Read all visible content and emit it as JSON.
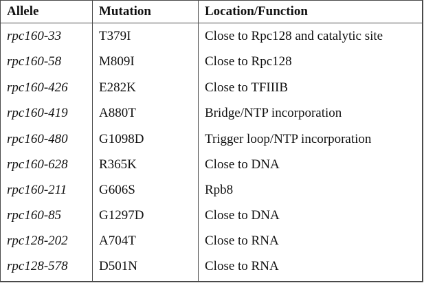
{
  "table": {
    "headers": [
      "Allele",
      "Mutation",
      "Location/Function"
    ],
    "rows": [
      {
        "allele": "rpc160-33",
        "mutation": "T379I",
        "location": "Close to Rpc128 and catalytic site"
      },
      {
        "allele": "rpc160-58",
        "mutation": "M809I",
        "location": "Close to Rpc128"
      },
      {
        "allele": "rpc160-426",
        "mutation": "E282K",
        "location": "Close to TFIIIB"
      },
      {
        "allele": "rpc160-419",
        "mutation": "A880T",
        "location": "Bridge/NTP incorporation"
      },
      {
        "allele": "rpc160-480",
        "mutation": "G1098D",
        "location": "Trigger loop/NTP incorporation"
      },
      {
        "allele": "rpc160-628",
        "mutation": "R365K",
        "location": "Close to DNA"
      },
      {
        "allele": "rpc160-211",
        "mutation": "G606S",
        "location": "Rpb8"
      },
      {
        "allele": "rpc160-85",
        "mutation": "G1297D",
        "location": "Close to DNA"
      },
      {
        "allele": "rpc128-202",
        "mutation": "A704T",
        "location": "Close to RNA"
      },
      {
        "allele": "rpc128-578",
        "mutation": "D501N",
        "location": "Close to RNA"
      }
    ]
  }
}
